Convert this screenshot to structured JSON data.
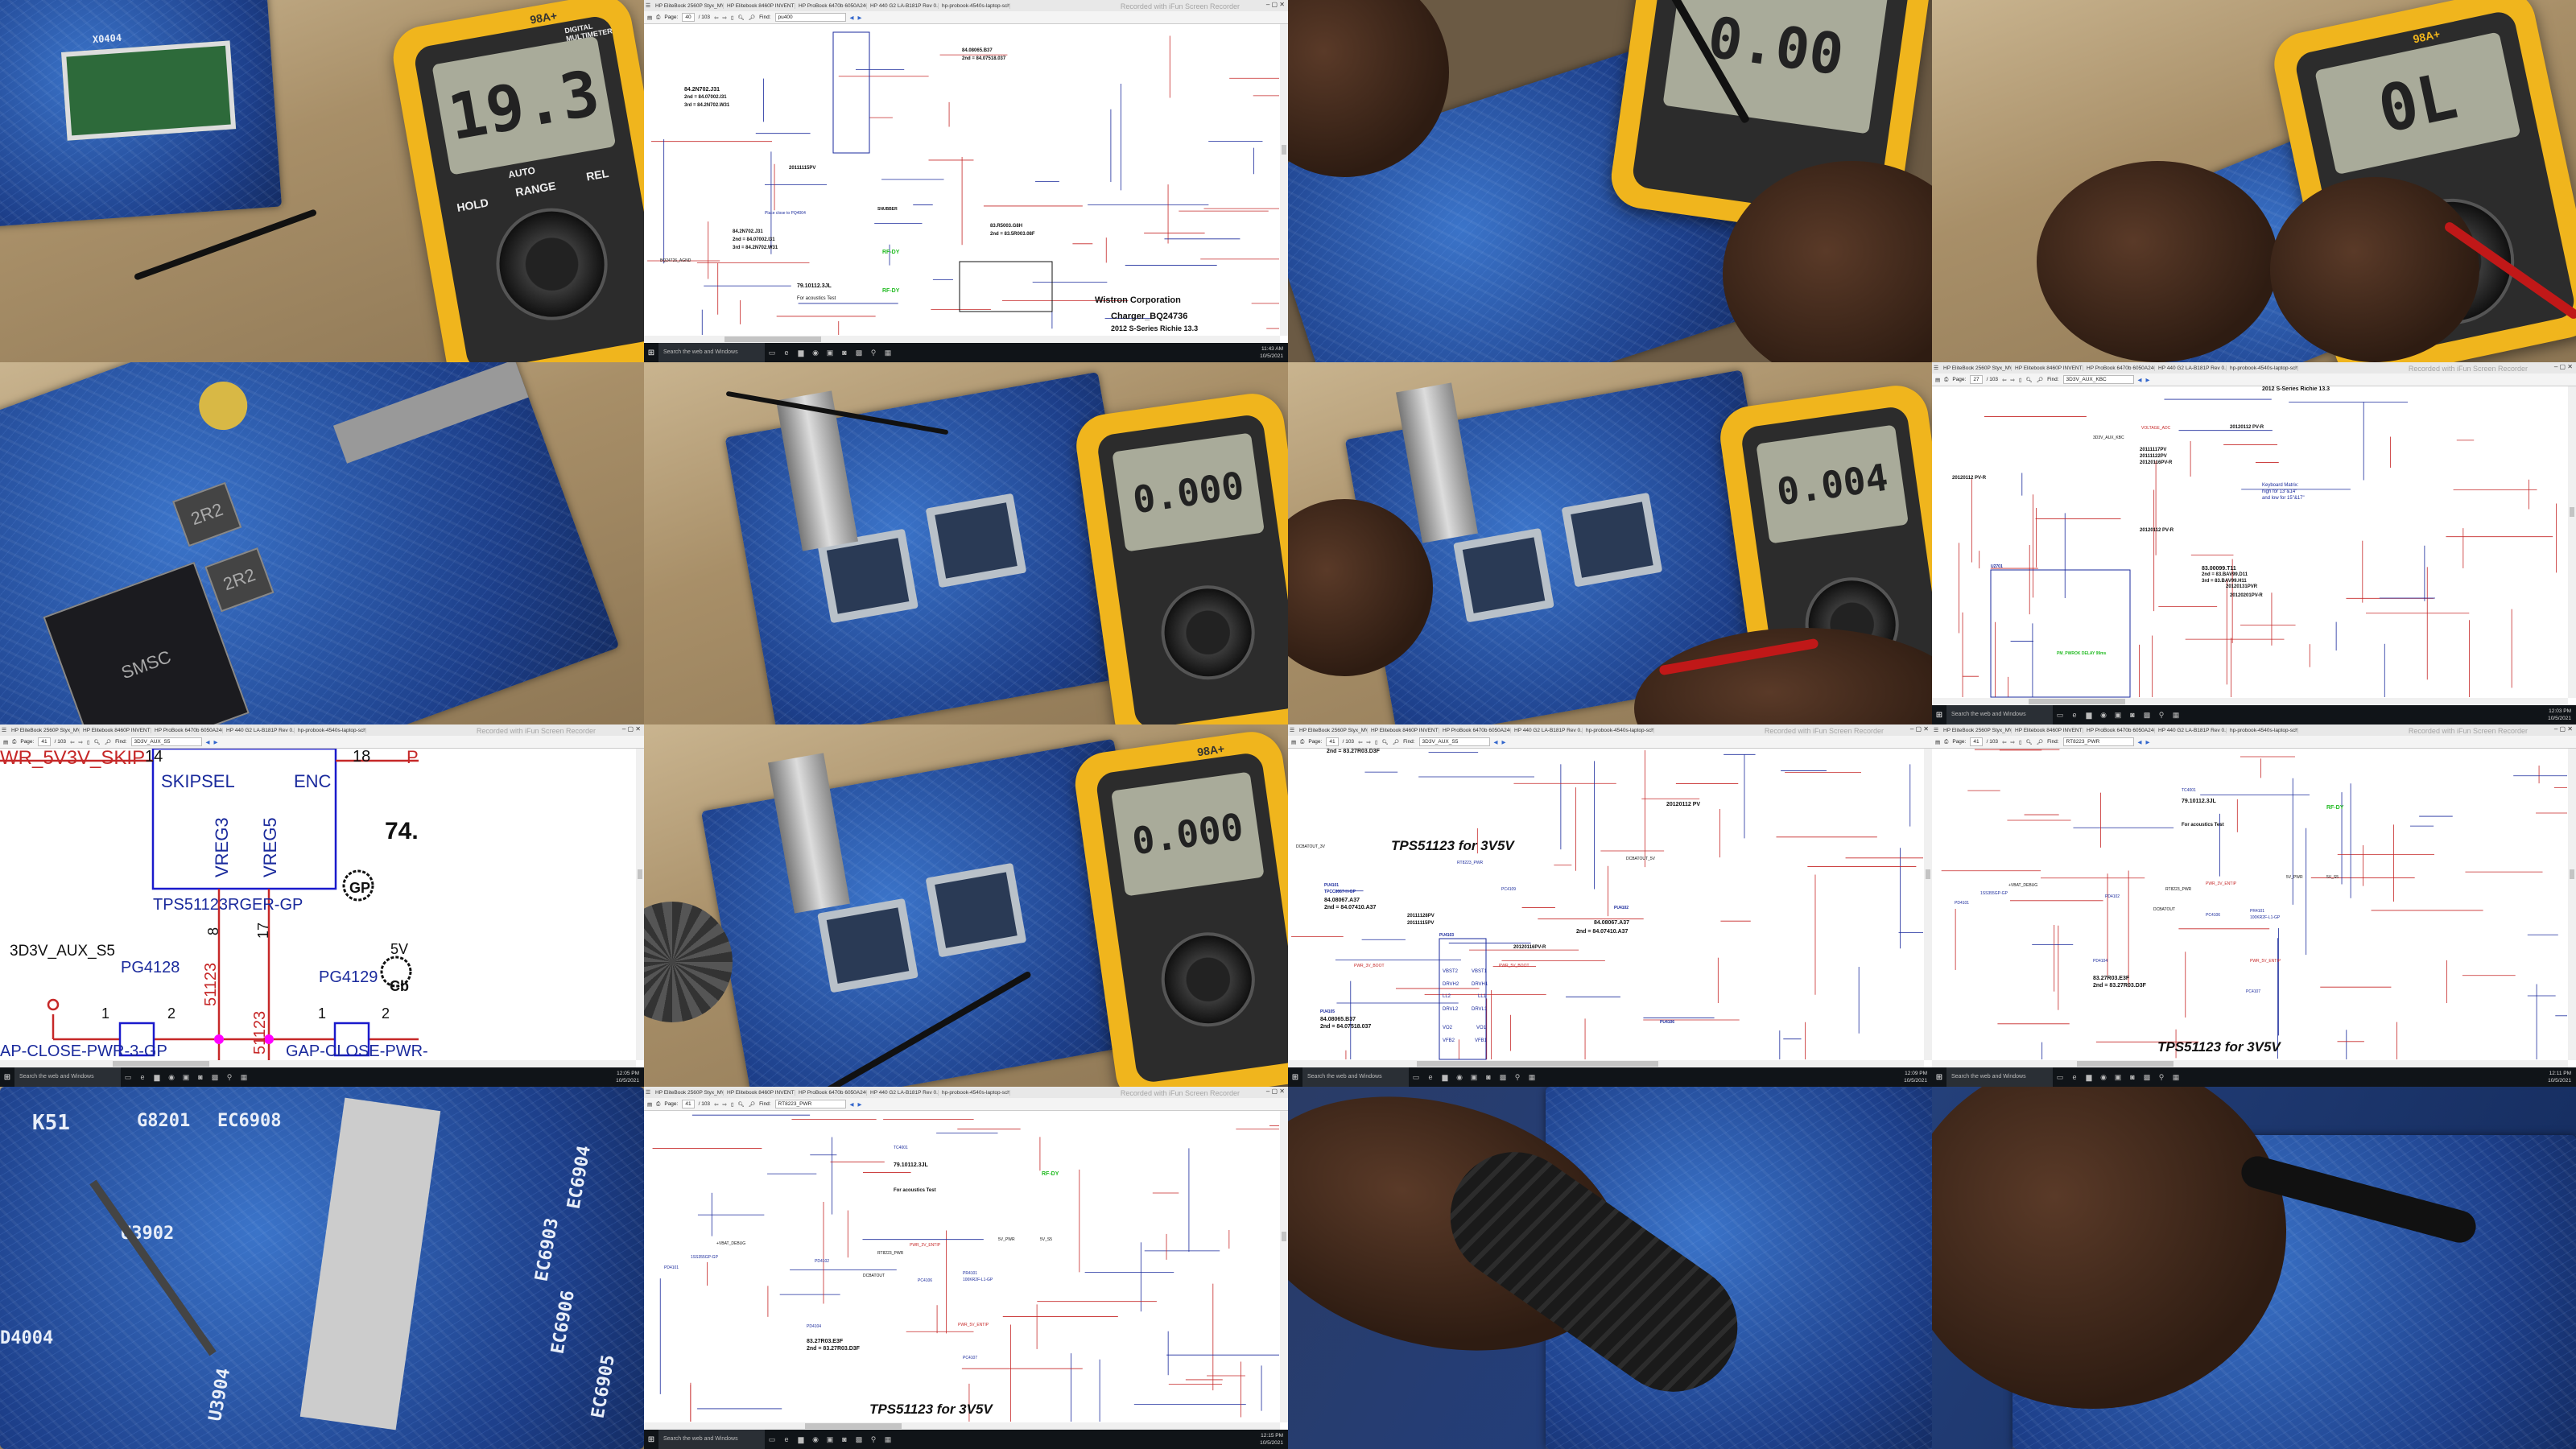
{
  "photos": {
    "p00": {
      "reading": "19.3",
      "meter_brand": "98A+",
      "meter_title": "DIGITAL MULTIMETER",
      "buttons": [
        "HOLD",
        "RANGE",
        "REL"
      ],
      "mode": "AUTO",
      "silk": "X0404"
    },
    "p02": {
      "reading": "0.00"
    },
    "p03": {
      "reading": "0L",
      "meter_brand": "98A+"
    },
    "p10": {
      "chip_label": "SMSC",
      "inductor_labels": [
        "2R2",
        "2R2"
      ]
    },
    "p11": {
      "reading": "0.000"
    },
    "p12": {
      "reading": "0.004"
    },
    "p21": {
      "reading": "0.000",
      "meter_brand": "98A+"
    },
    "p30": {
      "silk": [
        "EC6904",
        "EC6903",
        "EC6906",
        "EC6905",
        "U3902",
        "U3904",
        "D4004",
        "G8201",
        "EC6908",
        "K51"
      ]
    },
    "p32": {},
    "p33": {}
  },
  "window": {
    "tabs": [
      "HP EliteBook 2560P Styx_MV_2011_...",
      "HP Elitebook 8460P INVENTEC 6050...",
      "HP ProBook 6470b 6050A2466401-...",
      "HP 440 G2 LA-B181P Rev 0.5 Schem...",
      "hp-probook-4540s-laptop-schemati..."
    ],
    "watermark": "Recorded with iFun Screen Recorder",
    "page_label": "Page:",
    "find_label": "Find:",
    "total_pages": "/ 103",
    "taskbar_search": "Search the web and Windows",
    "date": "10/5/2021"
  },
  "schematics": {
    "s0": {
      "page": "40",
      "find": "pu400",
      "time": "11:43 AM",
      "labels": {
        "a": "Wistron Corporation",
        "b": "Charger_BQ24736",
        "c": "2012 S-Series Richie 13.3",
        "d": "For acoustics Test",
        "e": "79.10112.3JL",
        "f": "84.2N702.J31",
        "g": "2nd = 84.07002.I31",
        "h": "3rd = 84.2N702.W31",
        "i": "SNUBBER",
        "j": "RF-DY",
        "k": "RF-DY",
        "l": "Place close to PQ4004",
        "m": "BQ24726_AGND",
        "n": "84.08065.B37",
        "o": "2nd = 84.07518.037",
        "p": "83.R5003.G8H",
        "q": "2nd = 83.5R003.08F",
        "r": "84.2N702.J31",
        "s": "2nd = 84.07002.I31",
        "t": "3rd = 84.2N702.W31",
        "u": "20111115PV"
      }
    },
    "s1": {
      "page": "27",
      "find": "3D3V_AUX_KBC",
      "time": "12:03 PM",
      "labels": {
        "a": "20120112 PV-R",
        "b": "3D3V_AUX_KBC",
        "c": "Keyboard Matrix:",
        "d": "high for 13\"&14\"",
        "e": "and low for 15\"&17\"",
        "f": "VOLTAGE_ADC",
        "g": "20111117PV",
        "h": "20111122PV",
        "i": "20120116PV-R",
        "j": "83.00099.T11",
        "k": "2nd = 83.BAV99.D11",
        "l": "3rd = 83.BAV99.H11",
        "m": "20120131PVR",
        "n": "PM_PWROK DELAY 99ms",
        "o": "20120112 PV-R",
        "p": "20120112 PV-R",
        "q": "2012 S-Series Richie 13.3",
        "r": "20120201PV-R",
        "s": "U2701"
      }
    },
    "s2": {
      "page": "41",
      "find": "3D3V_AUX_S5",
      "time": "12:05 PM",
      "labels": {
        "a": "WR_5V3V_SKIP",
        "b": "14",
        "c": "SKIPSEL",
        "d": "ENC",
        "e": "18",
        "f": "VREG3",
        "g": "VREG5",
        "h": "74.",
        "i": "TPS51123RGER-GP",
        "j": "8",
        "k": "17",
        "l": "3D3V_AUX_S5",
        "m": "PG4128",
        "n": "PG4129",
        "o": "5V",
        "p": "1",
        "q": "2",
        "r": "1",
        "s": "2",
        "t": "51123",
        "u": "51123",
        "v": "AP-CLOSE-PWR-3-GP",
        "w": "GAP-CLOSE-PWR-",
        "x": "GP",
        "y": "Cb",
        "z": "P"
      }
    },
    "s3": {
      "page": "41",
      "find": "3D3V_AUX_S5",
      "time": "12:09 PM",
      "labels": {
        "a": "TPS51123 for 3V5V",
        "b": "PU4103",
        "c": "VBST2",
        "d": "DRVH2",
        "e": "LL2",
        "f": "DRVL2",
        "g": "VO2",
        "h": "VFB2",
        "i": "VBST1",
        "j": "DRVH1",
        "k": "LL1",
        "l": "DRVL1",
        "m": "VO1",
        "n": "VFB1",
        "o": "PU4101",
        "p": "TPCC8067-H-GP",
        "q": "84.08067.A37",
        "r": "2nd = 84.07410.A37",
        "s": "20111128PV",
        "t": "20111115PV",
        "u": "RT8223_PWR",
        "v": "DCBATOUT_3V",
        "w": "DCBATOUT_5V",
        "x": "2nd = 83.27R03.D3F",
        "y": "20120116PV-R",
        "z": "PC4109",
        "aa": "PU4102",
        "ab": "PU4105",
        "ac": "PU4106",
        "ad": "84.08067.A37",
        "ae": "2nd = 84.07410.A37",
        "af": "84.08065.B37",
        "ag": "2nd = 84.07518.037",
        "ah": "20120112 PV",
        "ai": "PWR_3V_BOOT",
        "aj": "PWR_5V_BOOT"
      }
    },
    "s4": {
      "page": "41",
      "find": "RT8223_PWR",
      "time": "12:11 PM",
      "labels": {
        "a": "TC4001",
        "b": "79.10112.3JL",
        "c": "For acoustics Test",
        "d": "RF-DY",
        "e": "+VBAT_DEBUG",
        "f": "PD4101",
        "g": "1SS355GP-GP",
        "h": "PD4102",
        "i": "RT8223_PWR",
        "j": "DCBATOUT",
        "k": "PWR_3V_ENTIP",
        "l": "PWR_5V_ENTIP",
        "m": "PR4101",
        "n": "100KR2F-L1-GP",
        "o": "TPS51123 for 3V5V",
        "p": "5V_PWR",
        "q": "5V_S5",
        "r": "83.27R03.E3F",
        "s": "2nd = 83.27R03.D3F",
        "t": "PD4104",
        "u": "PC4107",
        "v": "PC4106"
      }
    },
    "s5": {
      "page": "41",
      "find": "RT8223_PWR",
      "time": "12:15 PM",
      "labels": {
        "a": "TC4001",
        "b": "79.10112.3JL",
        "c": "For acoustics Test",
        "d": "RF-DY",
        "e": "+VBAT_DEBUG",
        "f": "PD4101",
        "g": "1SS355GP-GP",
        "h": "PD4102",
        "i": "RT8223_PWR",
        "j": "DCBATOUT",
        "k": "PWR_3V_ENTIP",
        "l": "PWR_5V_ENTIP",
        "m": "PR4101",
        "n": "100KR2F-L1-GP",
        "o": "TPS51123 for 3V5V",
        "p": "5V_PWR",
        "q": "5V_S5",
        "r": "83.27R03.E3F",
        "s": "2nd = 83.27R03.D3F",
        "t": "PD4104",
        "u": "PC4107",
        "v": "PC4106"
      }
    }
  },
  "colors": {
    "pcb": "#1d3f8a",
    "meter": "#f0b51d",
    "wire_red": "#cc2222",
    "wire_blue": "#2233cc",
    "taskbar": "#101418"
  }
}
